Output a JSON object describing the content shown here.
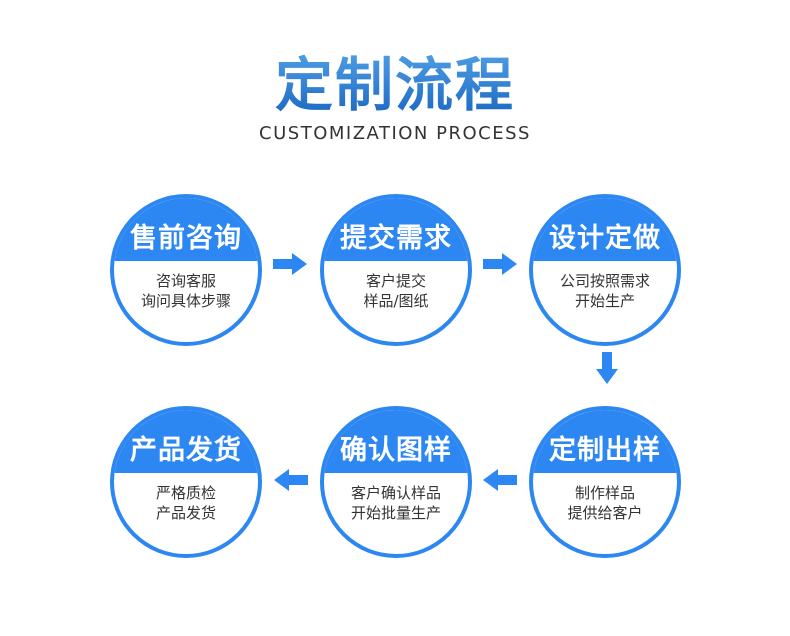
{
  "header": {
    "title": "定制流程",
    "subtitle": "CUSTOMIZATION PROCESS"
  },
  "colors": {
    "primary_blue": "#2d87f2",
    "title_gradient_top": "#4e9de4",
    "title_gradient_bottom": "#1a67c1",
    "subtitle_text": "#333333",
    "step_title_text": "#ffffff",
    "step_desc_text": "#333333",
    "page_bg": "#ffffff"
  },
  "flow": {
    "steps": [
      {
        "title": "售前咨询",
        "desc_line1": "咨询客服",
        "desc_line2": "询问具体步骤"
      },
      {
        "title": "提交需求",
        "desc_line1": "客户提交",
        "desc_line2": "样品/图纸"
      },
      {
        "title": "设计定做",
        "desc_line1": "公司按照需求",
        "desc_line2": "开始生产"
      },
      {
        "title": "定制出样",
        "desc_line1": "制作样品",
        "desc_line2": "提供给客户"
      },
      {
        "title": "确认图样",
        "desc_line1": "客户确认样品",
        "desc_line2": "开始批量生产"
      },
      {
        "title": "产品发货",
        "desc_line1": "严格质检",
        "desc_line2": "产品发货"
      }
    ],
    "arrows": [
      {
        "direction": "right"
      },
      {
        "direction": "right"
      },
      {
        "direction": "down"
      },
      {
        "direction": "left"
      },
      {
        "direction": "left"
      }
    ]
  }
}
